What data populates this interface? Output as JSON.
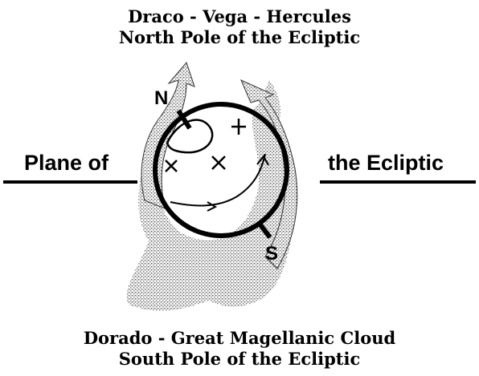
{
  "top_caption": {
    "line1": "Draco - Vega - Hercules",
    "line2": "North Pole of the Ecliptic"
  },
  "bottom_caption": {
    "line1": "Dorado - Great Magellanic Cloud",
    "line2": "South Pole of the Ecliptic"
  },
  "plane_label": {
    "left": "Plane of",
    "right": "the Ecliptic"
  },
  "pole_labels": {
    "north": "N",
    "south": "S"
  },
  "colors": {
    "ink": "#000000",
    "stipple": "#8a8a8a",
    "background": "#ffffff"
  }
}
